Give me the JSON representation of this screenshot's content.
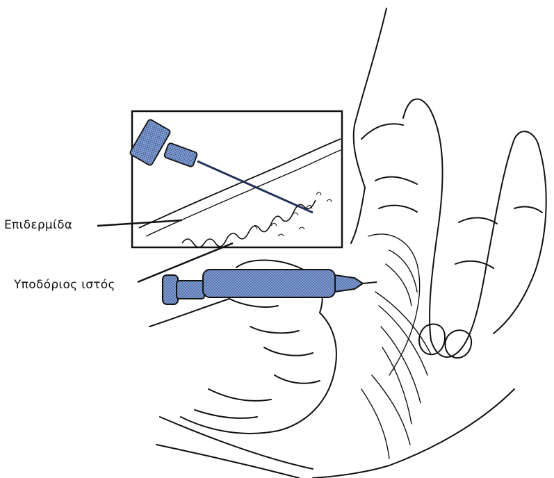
{
  "labels": {
    "epidermis": "Επιδερμίδα",
    "subcutaneous": "Υποδόριος ιστός"
  },
  "colors": {
    "ink": "#111111",
    "syringe_fill": "#7f9fd6",
    "paper": "#ffffff"
  },
  "illustration": {
    "subject": "subcutaneous injection",
    "objects": [
      "hand-left-pinching-skin",
      "hand-right-holding-syringe",
      "syringe",
      "inset-cross-section"
    ]
  }
}
